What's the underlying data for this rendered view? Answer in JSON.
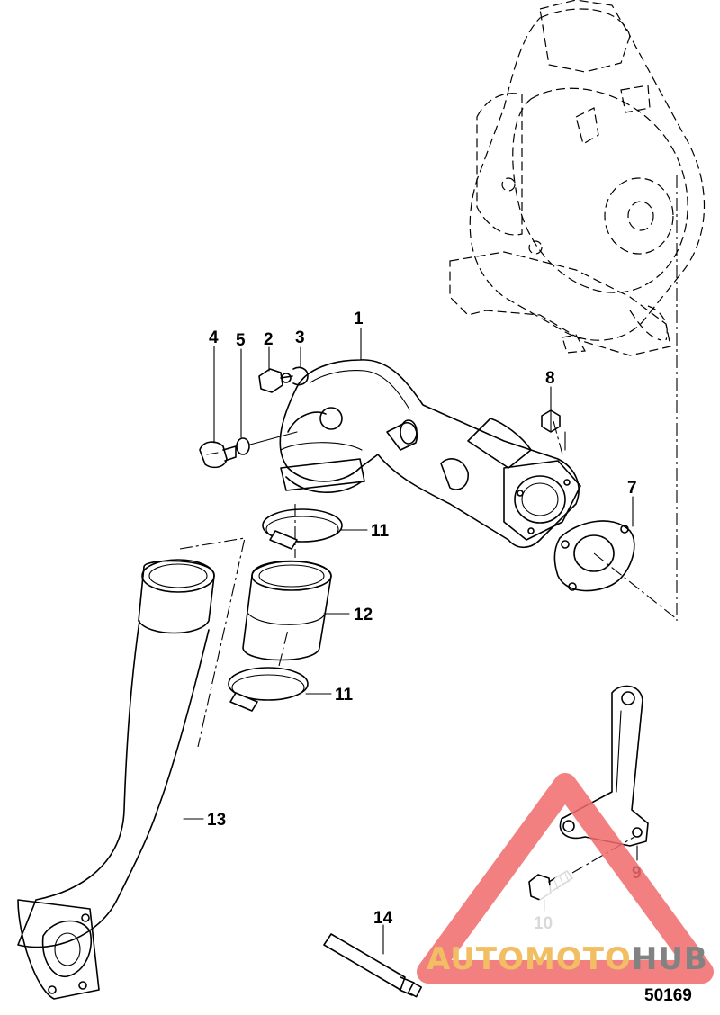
{
  "diagram": {
    "callouts": [
      {
        "id": "c1",
        "label": "1"
      },
      {
        "id": "c2",
        "label": "2"
      },
      {
        "id": "c3",
        "label": "3"
      },
      {
        "id": "c4",
        "label": "4"
      },
      {
        "id": "c5",
        "label": "5"
      },
      {
        "id": "c7",
        "label": "7"
      },
      {
        "id": "c8",
        "label": "8"
      },
      {
        "id": "c9",
        "label": "9"
      },
      {
        "id": "c10",
        "label": "10"
      },
      {
        "id": "c11a",
        "label": "11"
      },
      {
        "id": "c11b",
        "label": "11"
      },
      {
        "id": "c12",
        "label": "12"
      },
      {
        "id": "c13",
        "label": "13"
      },
      {
        "id": "c14",
        "label": "14"
      }
    ],
    "figure_number": "50169"
  },
  "watermark": {
    "part1": "AUTOMOTO",
    "part2": "HUB",
    "color_primary": "#f26b6b",
    "color_secondary": "#f0b34a",
    "color_tertiary": "#6d6d6d"
  }
}
